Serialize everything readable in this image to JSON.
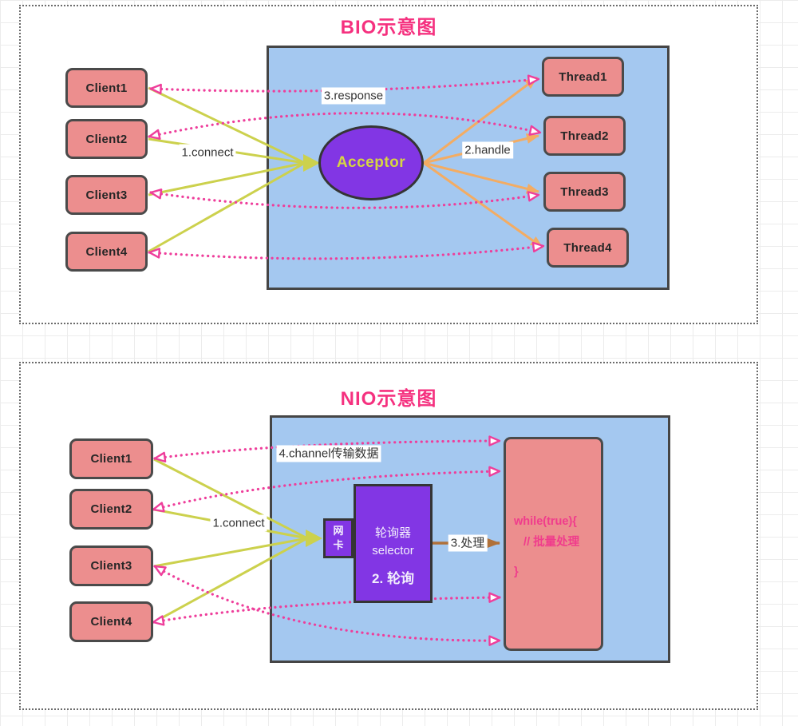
{
  "colors": {
    "title_pink": "#f5317f",
    "grid_line": "#ececec",
    "server_blue": "#a4c8f0",
    "node_salmon": "#ec8e8e",
    "node_border": "#4a4a4a",
    "purple": "#8236e4",
    "acceptor_text": "#d6d542",
    "connect_olive": "#ccd14d",
    "handle_orange": "#f3ac63",
    "response_pink": "#ee3e9b",
    "process_brown": "#b0713a",
    "code_pink": "#f03c8c",
    "label_text": "#333333"
  },
  "bio": {
    "title": "BIO示意图",
    "clients": [
      "Client1",
      "Client2",
      "Client3",
      "Client4"
    ],
    "threads": [
      "Thread1",
      "Thread2",
      "Thread3",
      "Thread4"
    ],
    "acceptor": "Acceptor",
    "labels": {
      "connect": "1.connect",
      "handle": "2.handle",
      "response": "3.response"
    }
  },
  "nio": {
    "title": "NIO示意图",
    "clients": [
      "Client1",
      "Client2",
      "Client3",
      "Client4"
    ],
    "nic": "网卡",
    "selector": {
      "line1": "轮询器",
      "line2": "selector",
      "step": "2. 轮询"
    },
    "labels": {
      "connect": "1.connect",
      "channel": "4.channel传输数据",
      "process": "3.处理"
    },
    "worker_code": [
      "while(true){",
      "  // 批量处理",
      "}"
    ]
  }
}
